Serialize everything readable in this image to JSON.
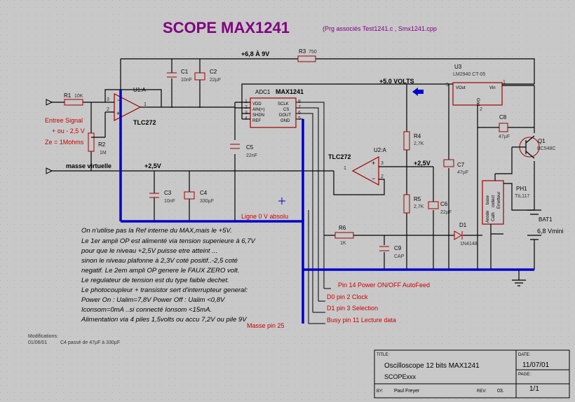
{
  "title": {
    "main": "SCOPE  MAX1241",
    "sub": "(Prg associés Test1241.c , Smx1241.cpp"
  },
  "rails": {
    "vcc": "+6,8 À 9V",
    "v5": "+5.0 VOLTS",
    "v25a": "+2,5V",
    "v25b": "+2,5V",
    "masse": "masse   virtuelle"
  },
  "input": {
    "label1": "Entree Signal",
    "label2": "+ ou - 2,5 V",
    "label3": "Ze = 1Mohms"
  },
  "refs": {
    "R1": "R1",
    "R1v": "10K",
    "R2": "R2",
    "R2v": "1M",
    "R3": "R3",
    "R3v": "750",
    "R4": "R4",
    "R4v": "2,7K",
    "R5": "R5",
    "R5v": "2,7K",
    "R6": "R6",
    "R6v": "1K",
    "C1": "C1",
    "C1v": "10nF",
    "C2": "C2",
    "C2v": "22µF",
    "C3": "C3",
    "C3v": "10nF",
    "C4": "C4",
    "C4v": "330µF",
    "C5": "C5",
    "C5v": "22nF",
    "C6": "C6",
    "C6v": "22µF",
    "C7": "C7",
    "C7v": "47µF",
    "C8": "C8",
    "C8v": "47µF",
    "C9": "C9",
    "C9v": "CAP",
    "U1": "U1:A",
    "U1n": "TLC272",
    "U2": "U2:A",
    "U2n": "TLC272",
    "ADC": "ADC1",
    "ADCn": "MAX1241",
    "U3": "U3",
    "U3n": "LM2940 CT-05",
    "Q1": "Q1",
    "Q1n": "BC548C",
    "D1": "D1",
    "D1n": "1N4148",
    "PH1": "PH1",
    "PH1n": "TIL117",
    "BAT": "BAT1",
    "BATv": "6,8 Vmini"
  },
  "adc_pins": {
    "vdd": "VDD",
    "ain": "AIN(+)",
    "shdn": "SHDN",
    "ref": "REF",
    "sclk": "SCLK",
    "cs": "CS",
    "dout": "DOUT",
    "gnd": "GND"
  },
  "reg_pins": {
    "vout": "VOut",
    "vin": "Vin",
    "gnd": "Gnd"
  },
  "pht_pins": {
    "base": "base",
    "coll": "collect",
    "emet": "Emetteur",
    "anode": "Anode",
    "cath": "Cath"
  },
  "ligne0": "Ligne 0 V absolu",
  "notes": [
    "On n'utilise pas la Ref interne du MAX,mais le +5V.",
    "Le 1er ampli OP est alimenté via tension superieure à 6,7V",
    " pour que le niveau +2,5V puisse etre atteint ...",
    "sinon le niveau plafonne à 2,3V coté positif..-2,5 coté",
    "negatif. Le 2em ampli OP genere le FAUX ZERO volt.",
    "Le regulateur de tension est du type faible dechet.",
    "Le photocoupleur + transistor sert d'interrupteur general:",
    "Power On : Ualim=7,8V   Power Off : Ualim <0,8V",
    "Iconsom=0mA ..si  connecté Ionsom <15mA.",
    "Alimentation via 4 piles 1,5volts ou accu 7,2V ou pile 9V"
  ],
  "pins": {
    "p14": "Pin 14  Power ON/OFF    AutoFeed",
    "p2": "D0 pin 2 Clock",
    "p3": "D1 pin 3 Selection",
    "p11": "Busy  pin 11 Lecture data",
    "p25": "Masse pin 25"
  },
  "modif": {
    "head": "Modifications:",
    "date": "01/06/01",
    "text": "C4 passé de 47µF à 330µF"
  },
  "titleblock": {
    "title_lbl": "TITLE:",
    "date_lbl": "DATE:",
    "page_lbl": "PAGE:",
    "by_lbl": "BY:",
    "rev_lbl": "REV:",
    "title1": "Oscilloscope 12 bits MAX1241",
    "title2": "SCOPExxx",
    "date": "11/07/01",
    "page": "1/1",
    "author": "Paul Freyer",
    "rev": "03."
  },
  "colors": {
    "bg": "#c8c8c8",
    "wire": "#000000",
    "bus": "#0000cc",
    "title": "#800080",
    "label": "#cc0000",
    "part": "#a00000"
  }
}
